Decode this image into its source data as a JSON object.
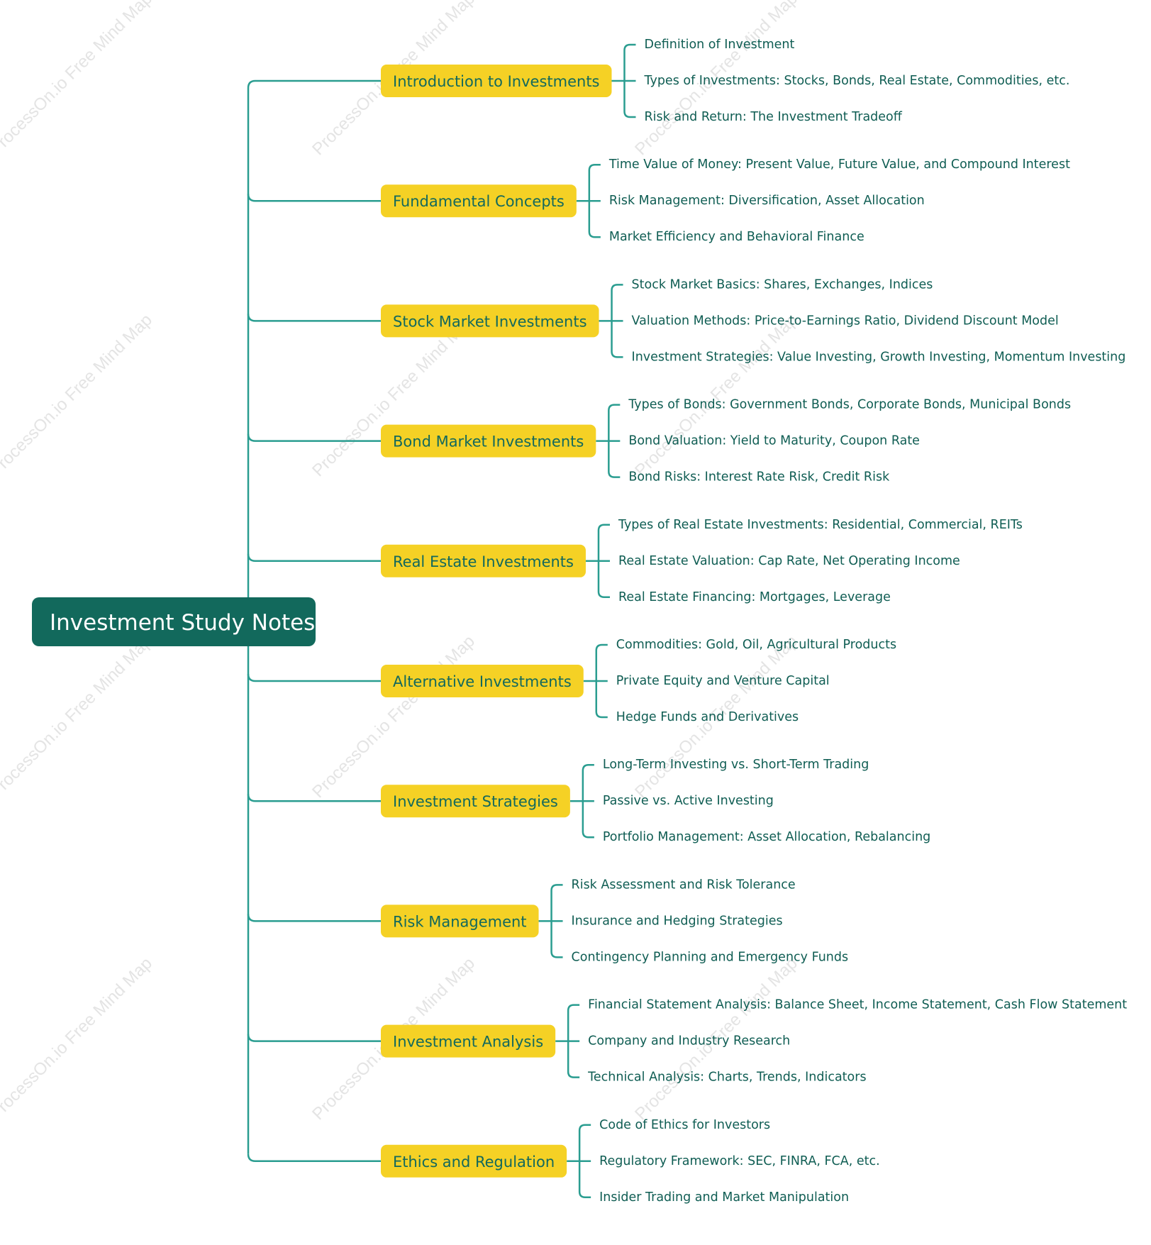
{
  "watermark": "ProcessOn.io Free Mind Map",
  "colors": {
    "root_bg": "#12695c",
    "root_text": "#ffffff",
    "branch_bg": "#f5d125",
    "branch_text": "#13695d",
    "leaf_text": "#0f5d53",
    "connector": "#2a9d90"
  },
  "root": {
    "label": "Investment Study Notes"
  },
  "branches": [
    {
      "label": "Introduction to Investments",
      "children": [
        "Definition of Investment",
        "Types of Investments: Stocks, Bonds, Real Estate, Commodities, etc.",
        "Risk and Return: The Investment Tradeoff"
      ]
    },
    {
      "label": "Fundamental Concepts",
      "children": [
        "Time Value of Money: Present Value, Future Value, and Compound Interest",
        "Risk Management: Diversification, Asset Allocation",
        "Market Efficiency and Behavioral Finance"
      ]
    },
    {
      "label": "Stock Market Investments",
      "children": [
        "Stock Market Basics: Shares, Exchanges, Indices",
        "Valuation Methods: Price-to-Earnings Ratio, Dividend Discount Model",
        "Investment Strategies: Value Investing, Growth Investing, Momentum Investing"
      ]
    },
    {
      "label": "Bond Market Investments",
      "children": [
        "Types of Bonds: Government Bonds, Corporate Bonds, Municipal Bonds",
        "Bond Valuation: Yield to Maturity, Coupon Rate",
        "Bond Risks: Interest Rate Risk, Credit Risk"
      ]
    },
    {
      "label": "Real Estate Investments",
      "children": [
        "Types of Real Estate Investments: Residential, Commercial, REITs",
        "Real Estate Valuation: Cap Rate, Net Operating Income",
        "Real Estate Financing: Mortgages, Leverage"
      ]
    },
    {
      "label": "Alternative Investments",
      "children": [
        "Commodities: Gold, Oil, Agricultural Products",
        "Private Equity and Venture Capital",
        "Hedge Funds and Derivatives"
      ]
    },
    {
      "label": "Investment Strategies",
      "children": [
        "Long-Term Investing vs. Short-Term Trading",
        "Passive vs. Active Investing",
        "Portfolio Management: Asset Allocation, Rebalancing"
      ]
    },
    {
      "label": "Risk Management",
      "children": [
        "Risk Assessment and Risk Tolerance",
        "Insurance and Hedging Strategies",
        "Contingency Planning and Emergency Funds"
      ]
    },
    {
      "label": "Investment Analysis",
      "children": [
        "Financial Statement Analysis: Balance Sheet, Income Statement, Cash Flow Statement",
        "Company and Industry Research",
        "Technical Analysis: Charts, Trends, Indicators"
      ]
    },
    {
      "label": "Ethics and Regulation",
      "children": [
        "Code of Ethics for Investors",
        "Regulatory Framework: SEC, FINRA, FCA, etc.",
        "Insider Trading and Market Manipulation"
      ]
    }
  ]
}
